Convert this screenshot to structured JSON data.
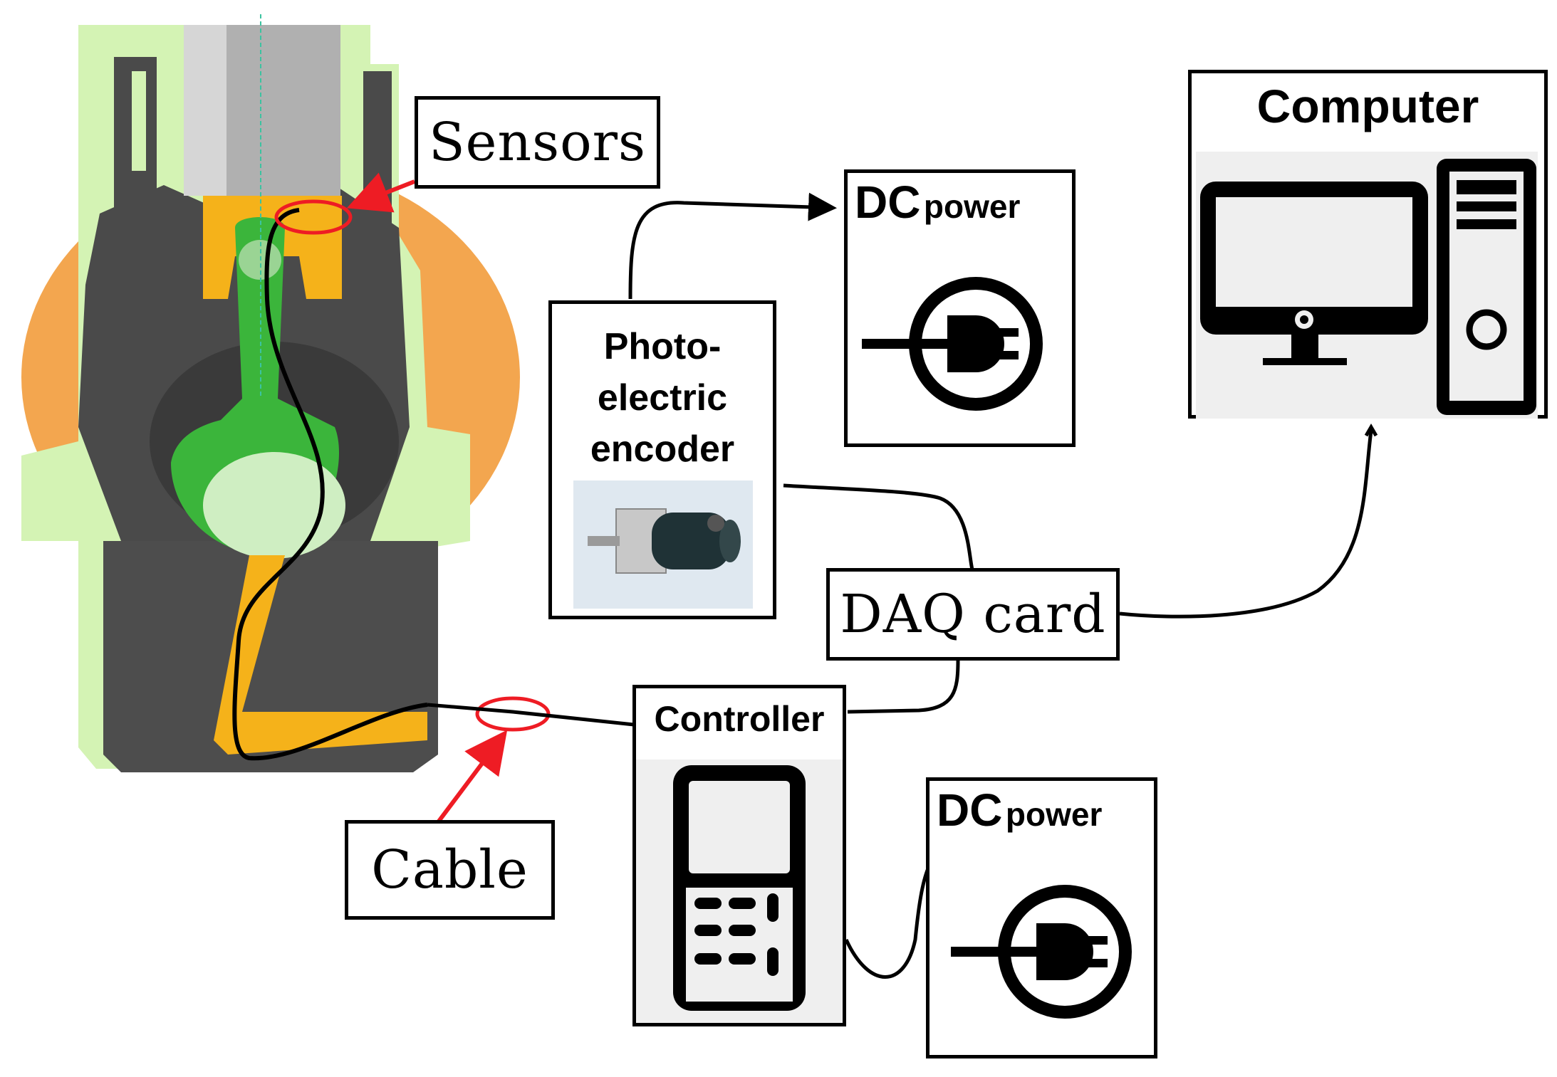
{
  "labels": {
    "sensors": "Sensors",
    "cable": "Cable",
    "daq_card": "DAQ card",
    "controller": "Controller",
    "computer": "Computer",
    "encoder_line1": "Photo-",
    "encoder_line2": "electric",
    "encoder_line3": "encoder",
    "dc_power_top_big": "DC",
    "dc_power_top_small": "power",
    "dc_power_bottom_big": "DC",
    "dc_power_bottom_small": "power"
  },
  "icons": {
    "engine": "engine-cross-section-icon",
    "encoder": "encoder-photo-icon",
    "power": "power-plug-icon",
    "computer": "desktop-computer-icon",
    "controller": "handheld-controller-icon"
  },
  "colors": {
    "engine_green": "#d4f3b4",
    "engine_dark": "#4a4a4a",
    "engine_orange": "#f3a64f",
    "engine_yellow": "#f5b21a",
    "rod_green": "#3bb53b",
    "highlight_red": "#ee1c24"
  }
}
